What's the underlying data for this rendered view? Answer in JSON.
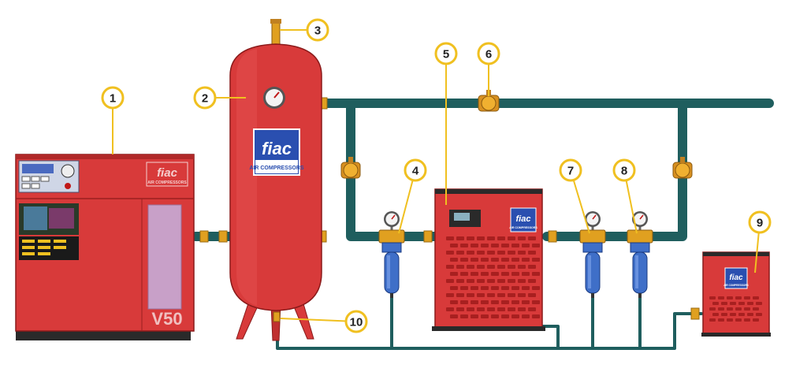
{
  "diagram": {
    "brand_logo": "fiac",
    "brand_subtitle": "AIR COMPRESSORS",
    "compressor_model": "V50",
    "callouts": [
      "1",
      "2",
      "3",
      "4",
      "5",
      "6",
      "7",
      "8",
      "9",
      "10"
    ],
    "colors": {
      "equipment_red": "#d83a3a",
      "pipe_teal": "#1f5e5e",
      "filter_blue": "#3f6fc8",
      "fitting_brass": "#e0a020",
      "callout_ring": "#f0c020",
      "logo_blue": "#2a4fb0"
    },
    "icons": [
      "pressure-gauge-icon",
      "ball-valve-icon",
      "filter-housing-icon",
      "control-panel-icon"
    ]
  }
}
